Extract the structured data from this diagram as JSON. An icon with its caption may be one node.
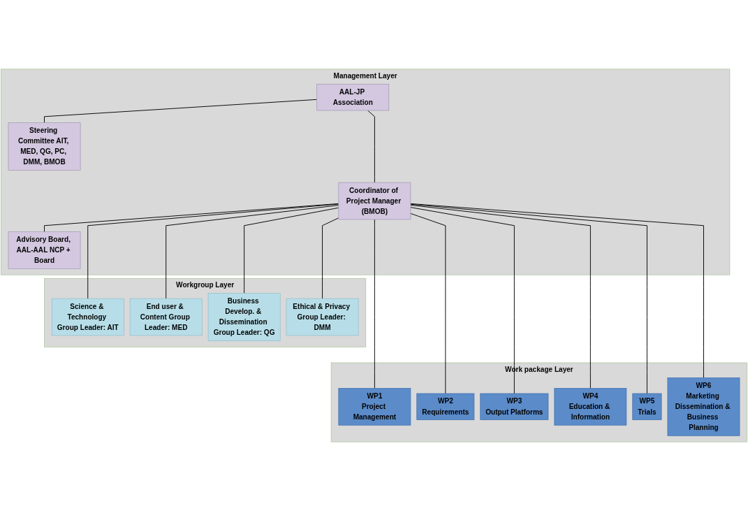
{
  "diagram": {
    "nodes": [
      {
        "text": [
          "Management Layer"
        ]
      },
      {
        "text": [
          "AAL-JP Association"
        ],
        "in": 0
      },
      {
        "text": [
          "Steering Committee AIT, MED, QG, PC, DMM, BMOB"
        ],
        "in": 0
      },
      {
        "text": [
          "Coordinator of Project Manager (BMOB)"
        ],
        "in": 0
      },
      {
        "text": [
          "Advisory Board, AAL-AAL NCP + Board"
        ],
        "in": 0
      },
      {
        "text": [
          "Workgroup Layer"
        ]
      },
      {
        "text": [
          "Science & Technology Group Leader: AIT"
        ],
        "in": 5
      },
      {
        "text": [
          "End user & Content Group Leader: MED"
        ],
        "in": 5
      },
      {
        "text": [
          "Business Develop. & Dissemination Group Leader: QG"
        ],
        "in": 5
      },
      {
        "text": [
          "Ethical & Privacy Group Leader: DMM"
        ],
        "in": 5
      },
      {
        "text": [
          "Work package Layer"
        ]
      },
      {
        "text": [
          "WP1",
          "Project Management"
        ],
        "in": 10
      },
      {
        "text": [
          "WP2",
          "Requirements"
        ],
        "in": 10
      },
      {
        "text": [
          "WP3",
          "Output Platforms"
        ],
        "in": 10
      },
      {
        "text": [
          "WP4",
          "Education & Information"
        ],
        "in": 10
      },
      {
        "text": [
          "WP5",
          "Trials"
        ],
        "in": 10
      },
      {
        "text": [
          "WP6",
          "Marketing Dissemination & Business Planning"
        ],
        "in": 10
      }
    ],
    "edges": [
      {
        "from": 1,
        "to": 3,
        "arrow": "none"
      },
      {
        "from": 1,
        "to": 2,
        "arrow": "none"
      },
      {
        "from": 3,
        "to": 4,
        "arrow": "none"
      },
      {
        "from": 3,
        "to": 6,
        "arrow": "none"
      },
      {
        "from": 3,
        "to": 7,
        "arrow": "none"
      },
      {
        "from": 3,
        "to": 8,
        "arrow": "none"
      },
      {
        "from": 3,
        "to": 9,
        "arrow": "none"
      },
      {
        "from": 3,
        "to": 11,
        "arrow": "none"
      },
      {
        "from": 3,
        "to": 12,
        "arrow": "none"
      },
      {
        "from": 3,
        "to": 13,
        "arrow": "none"
      },
      {
        "from": 3,
        "to": 14,
        "arrow": "none"
      },
      {
        "from": 3,
        "to": 15,
        "arrow": "none"
      },
      {
        "from": 3,
        "to": 16,
        "arrow": "none"
      }
    ]
  }
}
